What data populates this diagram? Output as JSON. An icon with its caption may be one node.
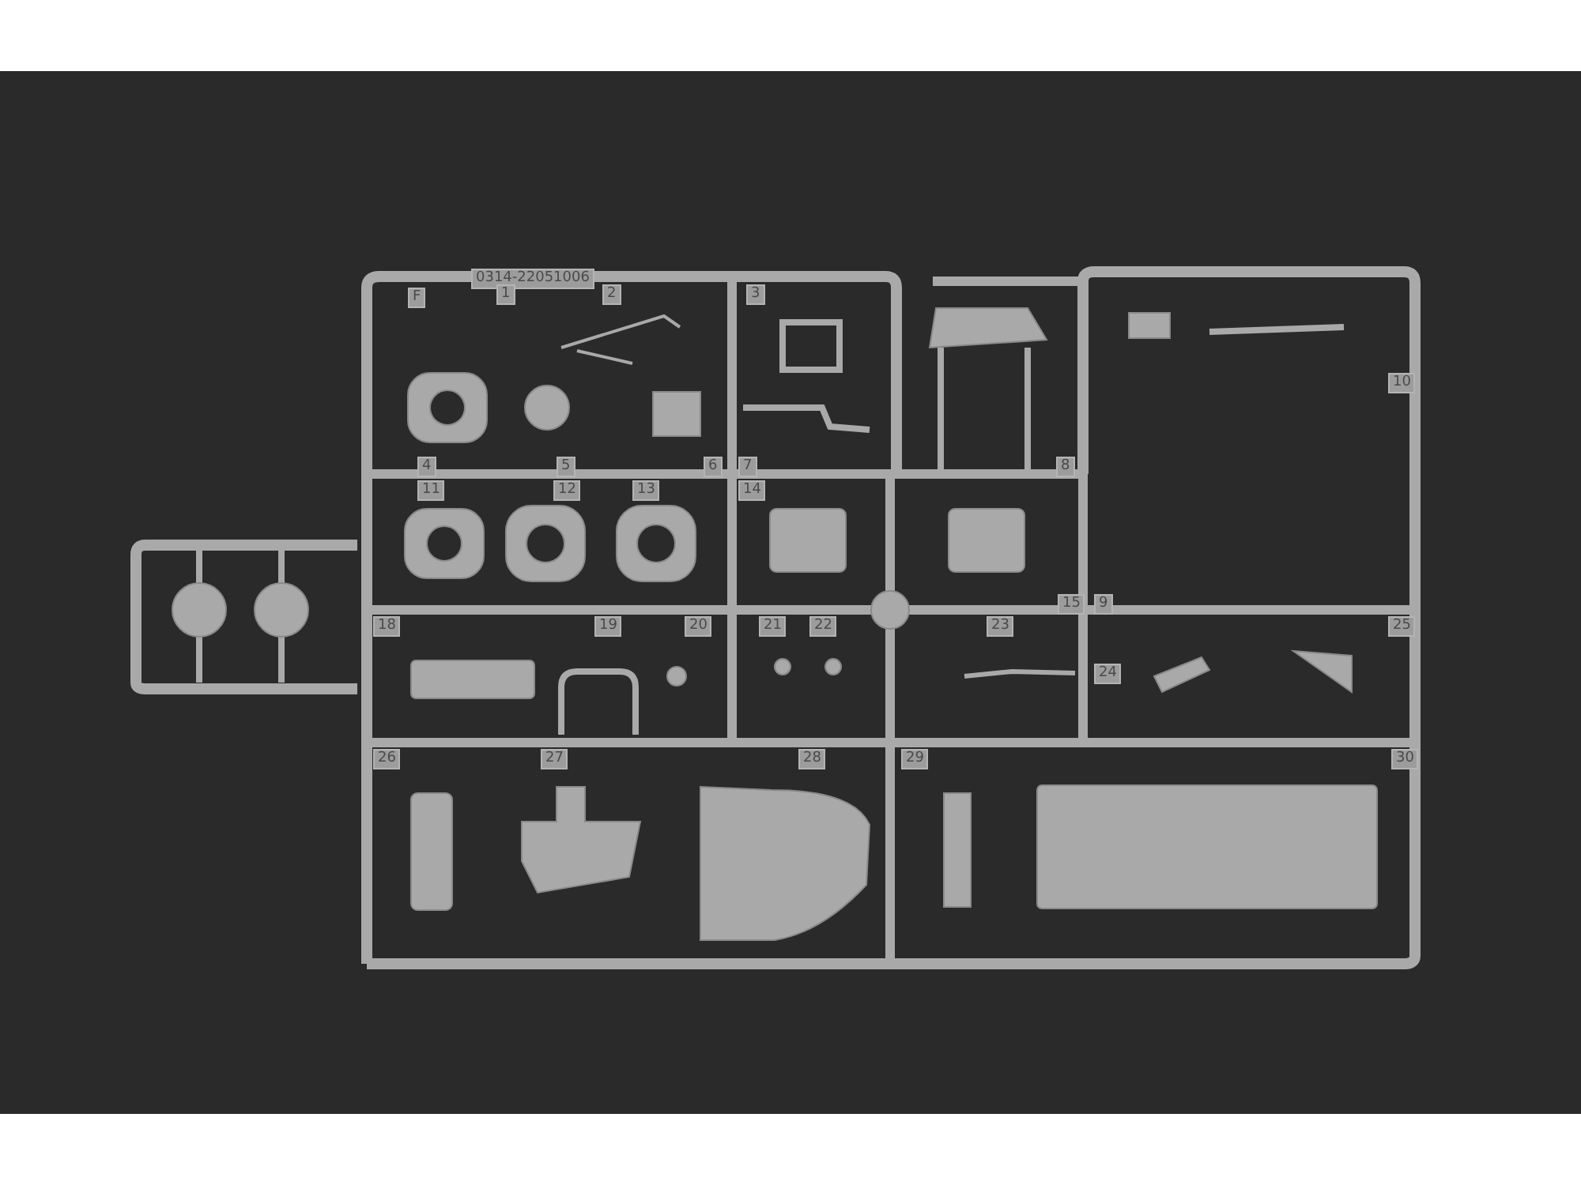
{
  "diagram": {
    "labels": [
      "F",
      "0314-22051006",
      "1",
      "2",
      "3",
      "10",
      "4",
      "5",
      "6",
      "7",
      "8",
      "11",
      "12",
      "13",
      "14",
      "15",
      "9",
      "18",
      "19",
      "20",
      "21",
      "22",
      "23",
      "24",
      "25",
      "26",
      "27",
      "28",
      "29",
      "30"
    ]
  }
}
